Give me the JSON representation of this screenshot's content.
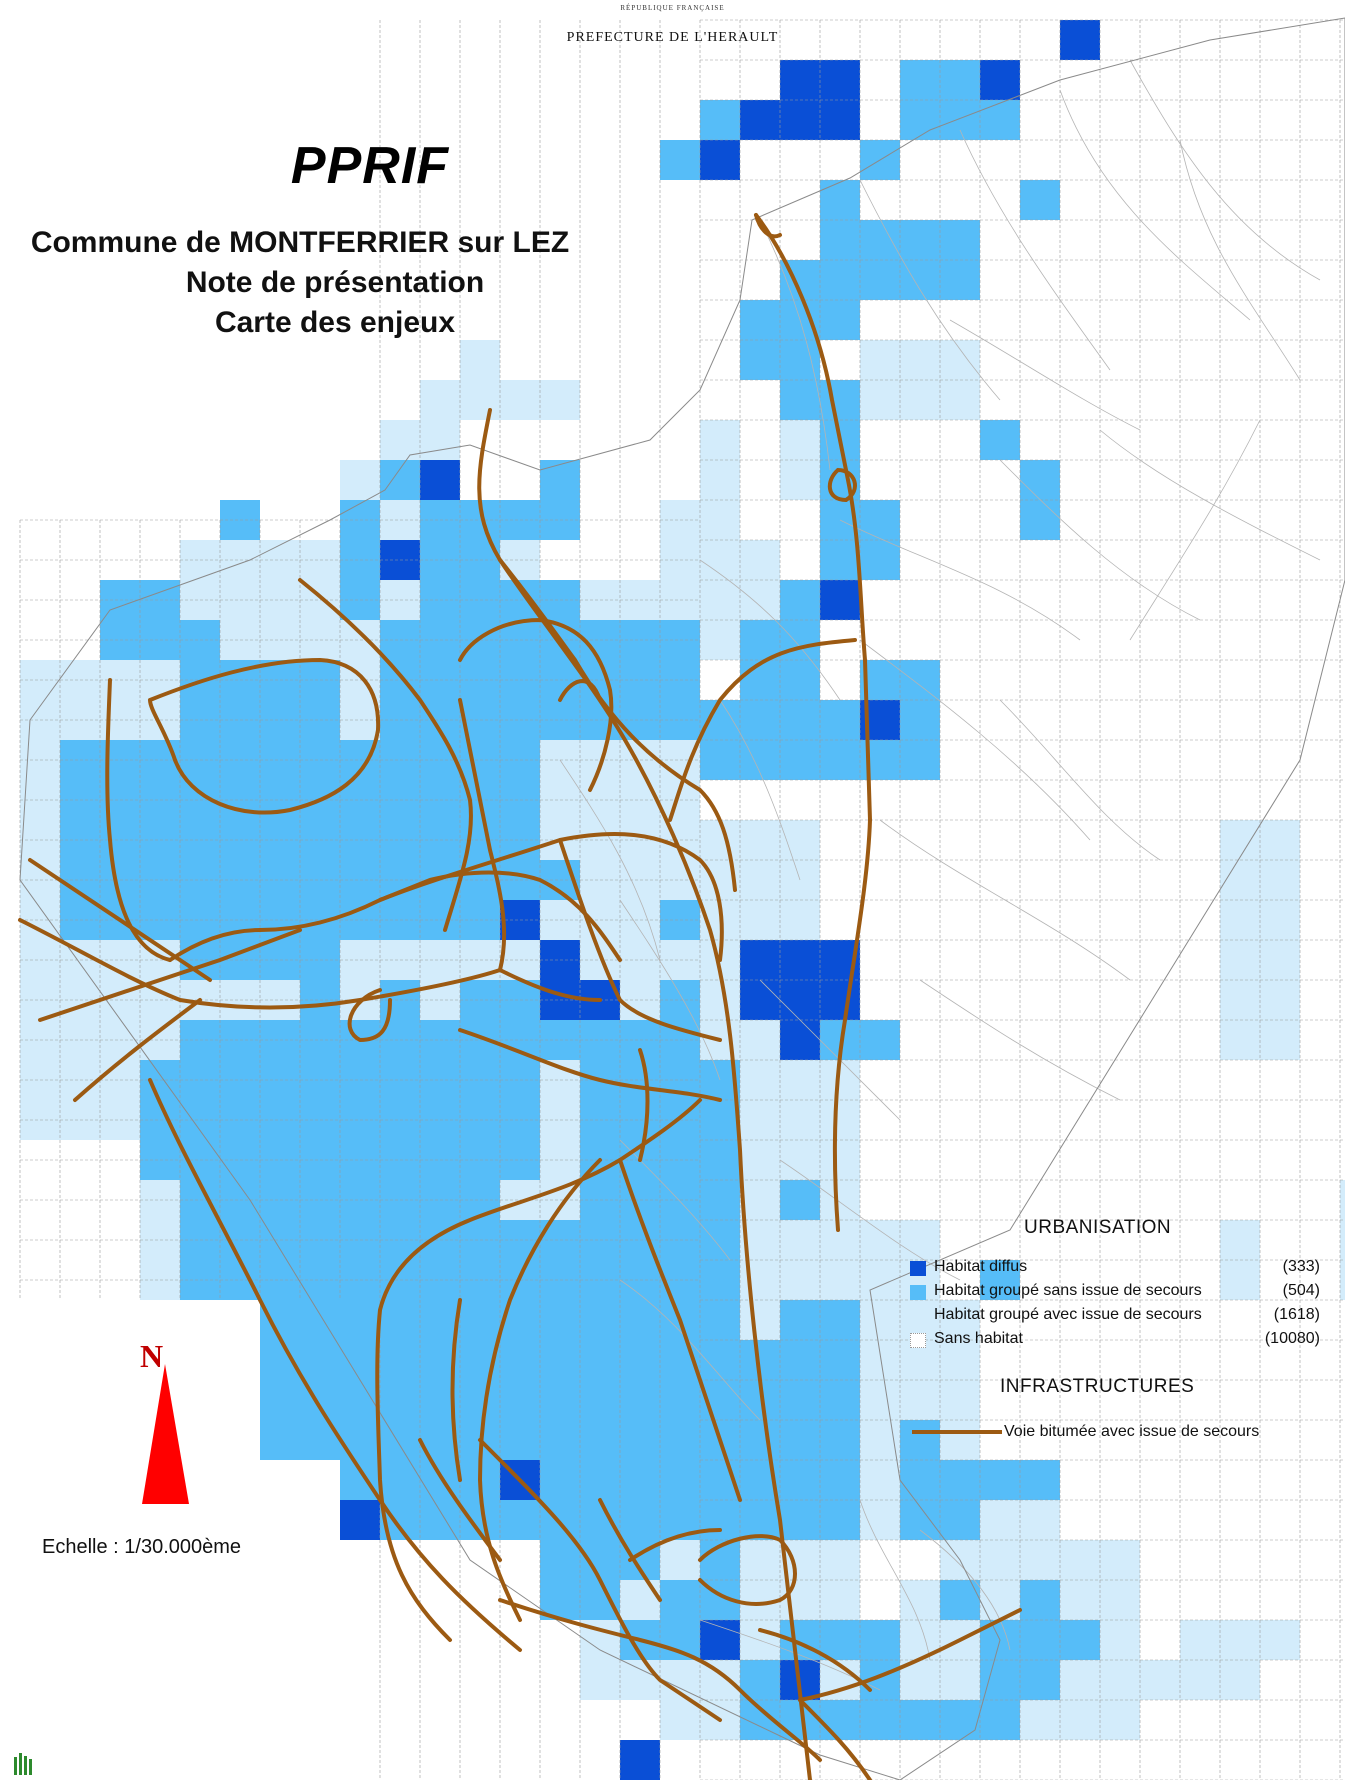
{
  "header": {
    "republic": "RÉPUBLIQUE FRANÇAISE",
    "prefecture": "PREFECTURE DE L'HERAULT"
  },
  "title": {
    "main": "PPRIF",
    "line1": "Commune de MONTFERRIER sur LEZ",
    "line2": "Note de présentation",
    "line3": "Carte des enjeux"
  },
  "legend": {
    "urbanisation_title": "URBANISATION",
    "items": [
      {
        "label": "Habitat diffus",
        "count": "(333)",
        "color": "#0a4fd6"
      },
      {
        "label": "Habitat groupé sans issue de secours",
        "count": "(504)",
        "color": "#56bdf8"
      },
      {
        "label": "Habitat groupé avec issue de secours",
        "count": "(1618)",
        "color": "#d3ecfb"
      },
      {
        "label": "Sans habitat",
        "count": "(10080)",
        "color": "#ffffff"
      }
    ],
    "infrastructures_title": "INFRASTRUCTURES",
    "road_label": "Voie bitumée avec issue de secours",
    "road_color": "#9c5a12"
  },
  "north": "N",
  "scale": "Echelle : 1/30.000ème",
  "colors": {
    "grid": "#9a9a9a",
    "street": "#b4b4b4",
    "north_arrow": "#ff0000"
  }
}
